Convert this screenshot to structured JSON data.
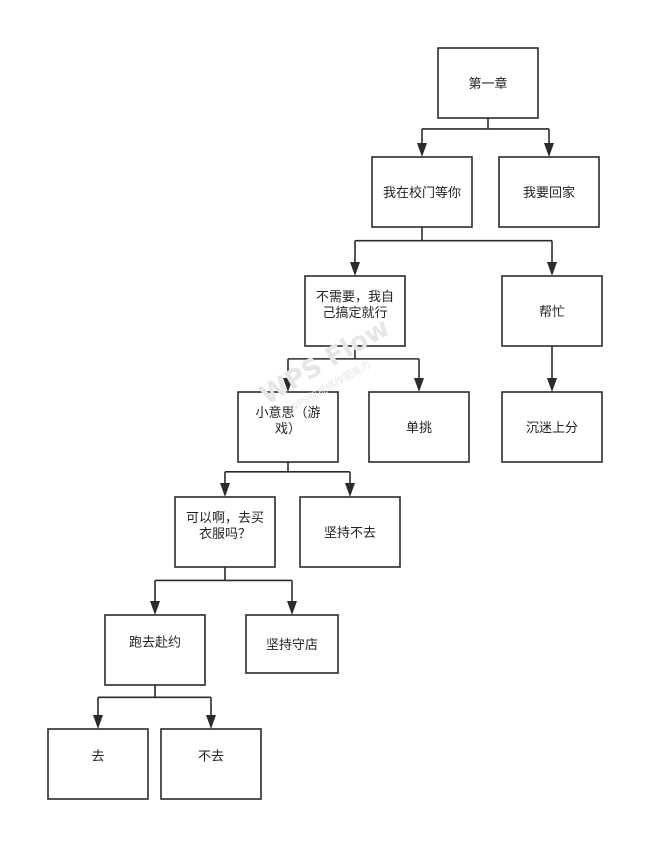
{
  "diagram": {
    "type": "flowchart-tree",
    "nodes": [
      {
        "id": "n1",
        "lines": [
          "第一章"
        ]
      },
      {
        "id": "n2",
        "lines": [
          "我在校门等你"
        ]
      },
      {
        "id": "n3",
        "lines": [
          "我要回家"
        ]
      },
      {
        "id": "n4",
        "lines": [
          "不需要，我自",
          "己搞定就行"
        ]
      },
      {
        "id": "n5",
        "lines": [
          "帮忙"
        ]
      },
      {
        "id": "n6",
        "lines": [
          "小意思（游",
          "戏）"
        ]
      },
      {
        "id": "n7",
        "lines": [
          "单挑"
        ]
      },
      {
        "id": "n8",
        "lines": [
          "沉迷上分"
        ]
      },
      {
        "id": "n9",
        "lines": [
          "可以啊，去买",
          "衣服吗？"
        ]
      },
      {
        "id": "n10",
        "lines": [
          "坚持不去"
        ]
      },
      {
        "id": "n11",
        "lines": [
          "跑去赴约"
        ]
      },
      {
        "id": "n12",
        "lines": [
          "坚持守店"
        ]
      },
      {
        "id": "n13",
        "lines": [
          "去"
        ]
      },
      {
        "id": "n14",
        "lines": [
          "不去"
        ]
      }
    ],
    "edges": [
      {
        "from": "n1",
        "to": "n2"
      },
      {
        "from": "n1",
        "to": "n3"
      },
      {
        "from": "n2",
        "to": "n4"
      },
      {
        "from": "n2",
        "to": "n5"
      },
      {
        "from": "n4",
        "to": "n6"
      },
      {
        "from": "n4",
        "to": "n7"
      },
      {
        "from": "n5",
        "to": "n8"
      },
      {
        "from": "n6",
        "to": "n9"
      },
      {
        "from": "n6",
        "to": "n10"
      },
      {
        "from": "n9",
        "to": "n11"
      },
      {
        "from": "n9",
        "to": "n12"
      },
      {
        "from": "n11",
        "to": "n13"
      },
      {
        "from": "n11",
        "to": "n14"
      }
    ]
  },
  "watermark": {
    "main": "WPS Flow",
    "sub": "WPS仅提供作图能力"
  }
}
